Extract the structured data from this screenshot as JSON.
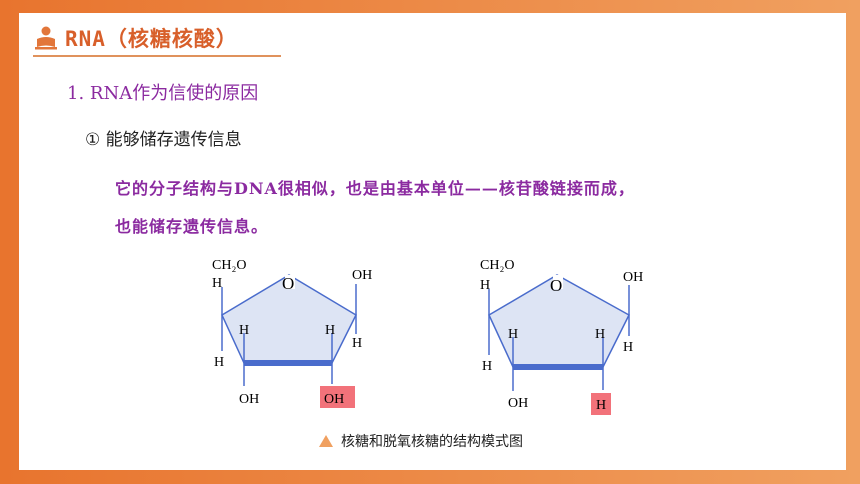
{
  "title": "RNA（核糖核酸）",
  "heading1": "1. RNA作为信使的原因",
  "heading2": "① 能够储存遗传信息",
  "paragraph": {
    "line1": "它的分子结构与DNA很相似，也是由基本单位——核苷酸链接而成，",
    "line2": "也能储存遗传信息。"
  },
  "ribose": {
    "ch2o": "CH₂O",
    "ring_o": "O",
    "h_top_left": "H",
    "h_left": "H",
    "h_inner_left": "H",
    "h_inner_right": "H",
    "h_right": "H",
    "oh_top_right": "OH",
    "oh_bottom_left": "OH",
    "oh_bottom_right": "OH"
  },
  "deoxyribose": {
    "ch2o": "CH₂O",
    "ring_o": "O",
    "h_top_left": "H",
    "h_left": "H",
    "h_inner_left": "H",
    "h_inner_right": "H",
    "h_right": "H",
    "oh_top_right": "OH",
    "oh_bottom_left": "OH",
    "h_bottom_right": "H"
  },
  "caption": "核糖和脱氧核糖的结构模式图",
  "colors": {
    "accent": "#d85f2a",
    "purple": "#8b2aa0",
    "highlight": "#f2727a",
    "ring_fill": "#dde4f4",
    "ring_stroke": "#4a6ccc"
  }
}
